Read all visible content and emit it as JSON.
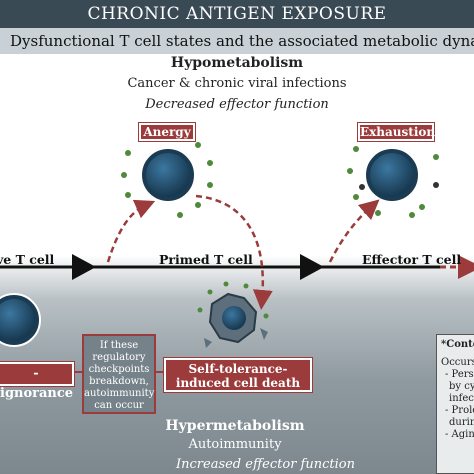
{
  "title": "CHRONIC ANTIGEN EXPOSURE",
  "subtitle": "Dysfunctional T cell states and the associated metabolic dynamic",
  "hypometabolism": {
    "title": "Hypometabolism",
    "conditions": "Cancer & chronic viral infections",
    "effect": "Decreased effector function"
  },
  "hypermetabolism": {
    "title": "Hypermetabolism",
    "conditions": "Autoimmunity",
    "effect": "Increased effector function"
  },
  "states": {
    "anergy": "Anergy",
    "exhaustion": "Exhaustion",
    "ignorance": "-ignorance",
    "self_tolerance_death": "Self-tolerance-induced cell death"
  },
  "stages": {
    "naive": "ve T cell",
    "primed": "Primed T cell",
    "effector": "Effector T cell"
  },
  "checkpoint_note": "If these regulatory checkpoints breakdown, autoimmunity can occur",
  "context_panel": {
    "heading": "*Conte",
    "lines": [
      "Occurs",
      "- Persi",
      "by cy",
      "infec",
      "- Prolo",
      "durin",
      "- Agin"
    ]
  },
  "colors": {
    "header_bg": "#3a4a55",
    "subheader_bg": "#c9d1d6",
    "label_red": "#9b3b3b",
    "cell_blue": "#1f4e6e",
    "dot_green": "#4f8a3a"
  }
}
